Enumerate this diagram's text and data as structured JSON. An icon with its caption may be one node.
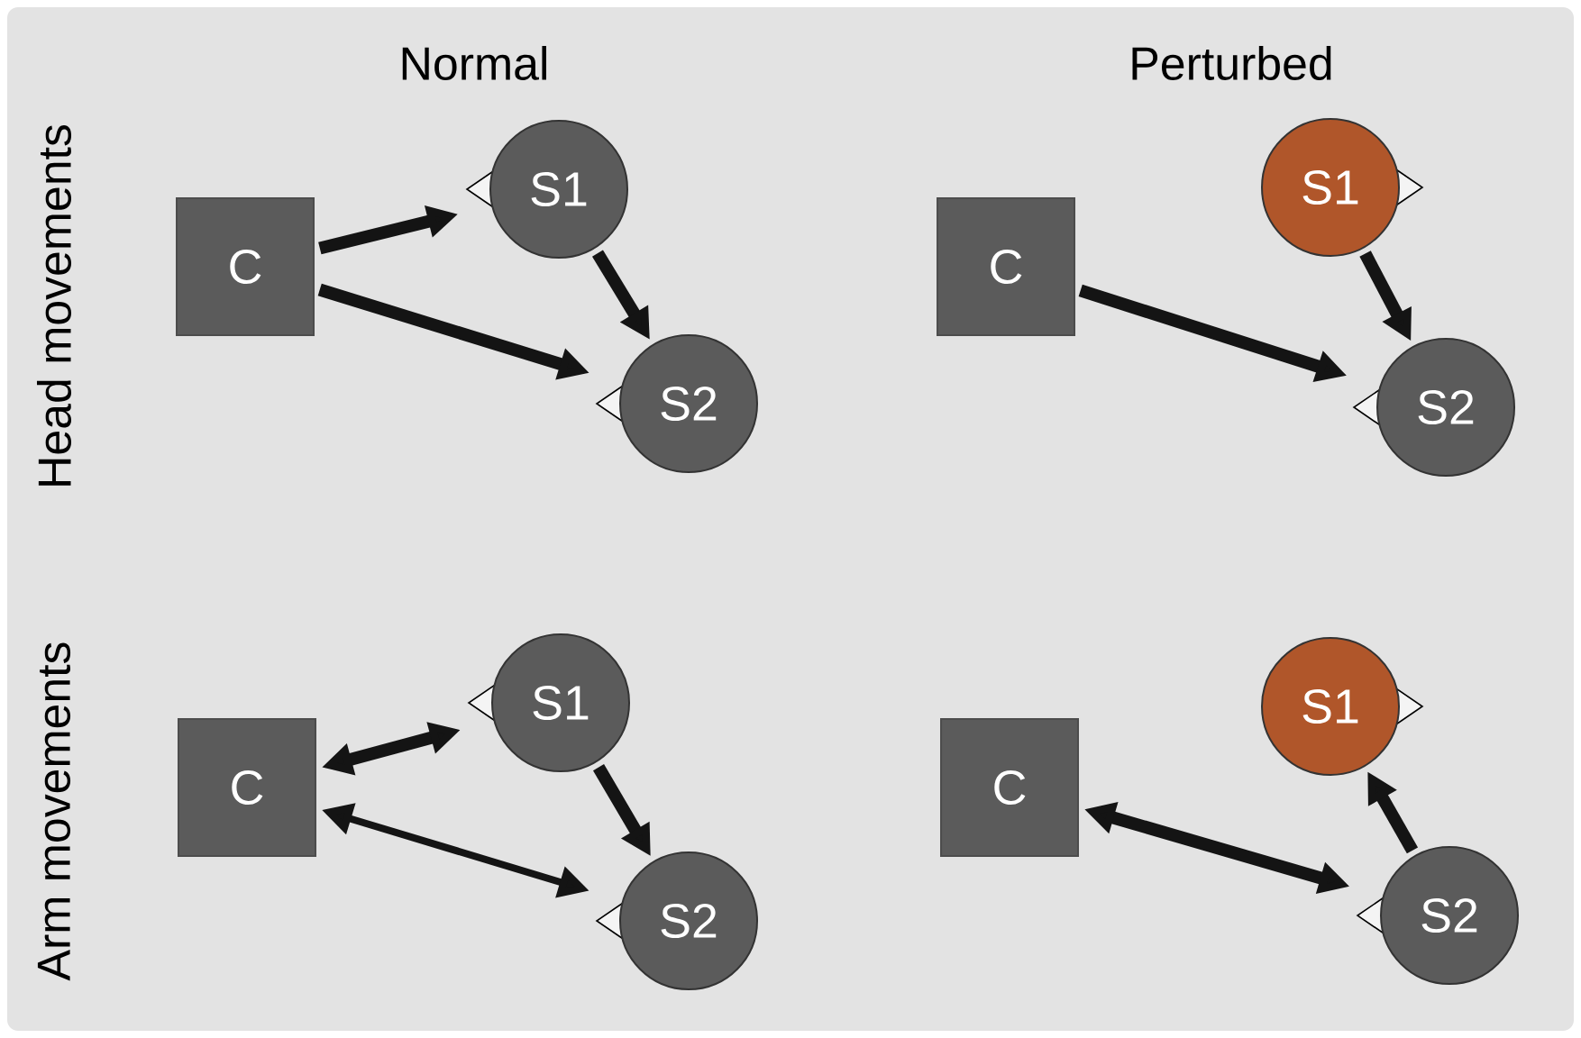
{
  "diagram": {
    "nodes": [
      {
        "text": [
          "C"
        ]
      },
      {
        "text": [
          "S1"
        ]
      },
      {
        "text": [
          "S2"
        ]
      },
      {
        "text": [
          "C"
        ]
      },
      {
        "text": [
          "S1"
        ]
      },
      {
        "text": [
          "S2"
        ]
      },
      {
        "text": [
          "C"
        ]
      },
      {
        "text": [
          "S1"
        ]
      },
      {
        "text": [
          "S2"
        ]
      },
      {
        "text": [
          "C"
        ]
      },
      {
        "text": [
          "S1"
        ]
      },
      {
        "text": [
          "S2"
        ]
      }
    ],
    "edges": [
      {
        "from": 0,
        "to": 1,
        "arrow": "to"
      },
      {
        "from": 0,
        "to": 2,
        "arrow": "to"
      },
      {
        "from": 1,
        "to": 2,
        "arrow": "to"
      },
      {
        "from": 3,
        "to": 5,
        "arrow": "to"
      },
      {
        "from": 4,
        "to": 5,
        "arrow": "to"
      },
      {
        "from": 6,
        "to": 7,
        "arrow": "both"
      },
      {
        "from": 6,
        "to": 8,
        "arrow": "both"
      },
      {
        "from": 7,
        "to": 8,
        "arrow": "to"
      },
      {
        "from": 9,
        "to": 11,
        "arrow": "both"
      },
      {
        "from": 11,
        "to": 10,
        "arrow": "to"
      }
    ],
    "labels": [
      "Normal",
      "Perturbed",
      "Head movements",
      "Arm movements"
    ]
  }
}
